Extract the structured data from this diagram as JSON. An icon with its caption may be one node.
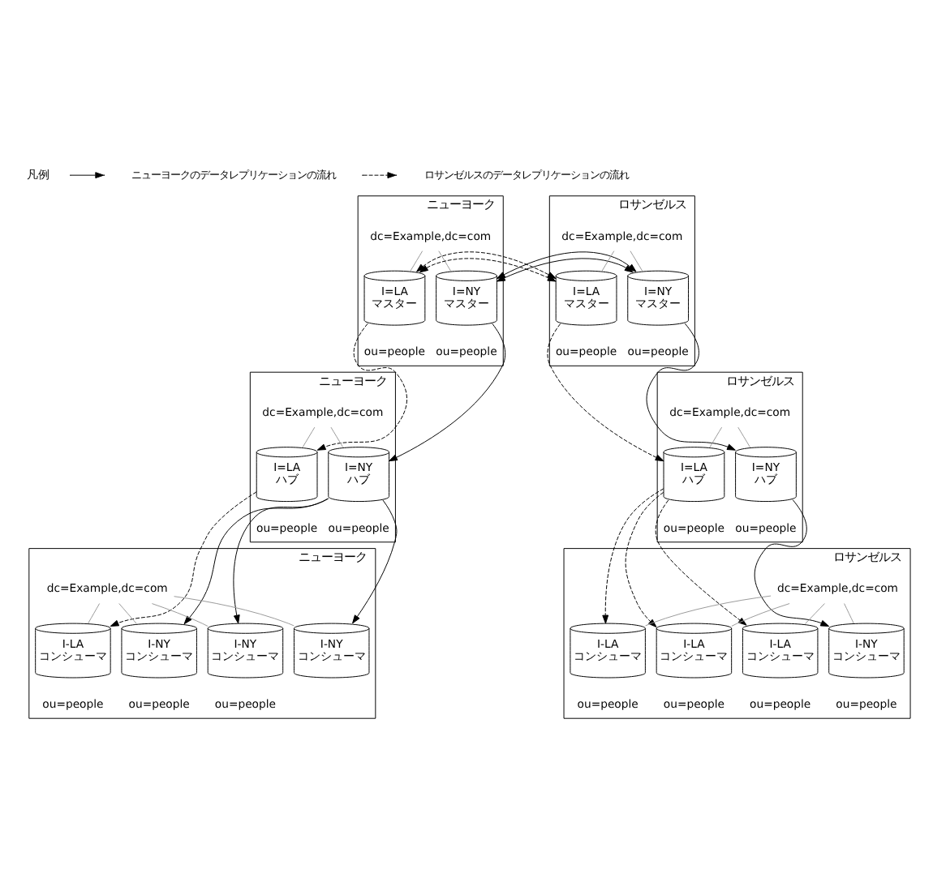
{
  "diagram": {
    "nodes": [
      {
        "text": [
          "ニューヨーク"
        ]
      },
      {
        "text": [
          "dc=Example,dc=com"
        ],
        "in": 0
      },
      {
        "text": [
          "I=NY マスター"
        ],
        "in": 0,
        "beside": [
          "ou=people"
        ]
      },
      {
        "text": [
          "I=LA マスター"
        ],
        "in": 0,
        "beside": [
          "ou=people"
        ]
      },
      {
        "text": [
          "ロサンゼルス"
        ]
      },
      {
        "text": [
          "dc=Example,dc=com"
        ],
        "in": 4
      },
      {
        "text": [
          "I=NY マスター"
        ],
        "in": 4,
        "beside": [
          "ou=people"
        ]
      },
      {
        "text": [
          "I=LA マスター"
        ],
        "in": 4,
        "beside": [
          "ou=people"
        ]
      },
      {
        "text": [
          "ニューヨーク"
        ]
      },
      {
        "text": [
          "dc=Example,dc=com"
        ],
        "in": 8
      },
      {
        "text": [
          "I=NY ハブ"
        ],
        "in": 8,
        "beside": [
          "ou=people"
        ]
      },
      {
        "text": [
          "I=LA ハブ"
        ],
        "in": 8,
        "beside": [
          "ou=people"
        ]
      },
      {
        "text": [
          "ロサンゼルス"
        ]
      },
      {
        "text": [
          "dc=Example,dc=com"
        ],
        "in": 12
      },
      {
        "text": [
          "I=NY ハブ"
        ],
        "in": 12,
        "beside": [
          "ou=people"
        ]
      },
      {
        "text": [
          "I=LA ハブ"
        ],
        "in": 12,
        "beside": [
          "ou=people"
        ]
      },
      {
        "text": [
          "ニューヨーク"
        ]
      },
      {
        "text": [
          "dc=Example,dc=com"
        ],
        "in": 16
      },
      {
        "text": [
          "I-NY コンシューマ"
        ],
        "in": 16
      },
      {
        "text": [
          "I-NY コンシューマ"
        ],
        "in": 16,
        "beside": [
          "ou=people"
        ]
      },
      {
        "text": [
          "I-NY コンシューマ"
        ],
        "in": 16,
        "beside": [
          "ou=people"
        ]
      },
      {
        "text": [
          "I-LA コンシューマ"
        ],
        "in": 16,
        "beside": [
          "ou=people"
        ]
      },
      {
        "text": [
          "ロサンゼルス"
        ]
      },
      {
        "text": [
          "dc=Example,dc=com"
        ],
        "in": 22
      },
      {
        "text": [
          "I-NY コンシューマ"
        ],
        "in": 22,
        "beside": [
          "ou=people"
        ]
      },
      {
        "text": [
          "I-LA コンシューマ"
        ],
        "in": 22,
        "beside": [
          "ou=people"
        ]
      },
      {
        "text": [
          "I-LA コンシューマ"
        ],
        "in": 22,
        "beside": [
          "ou=people"
        ]
      },
      {
        "text": [
          "I-LA コンシューマ"
        ],
        "in": 22,
        "beside": [
          "ou=people"
        ]
      }
    ],
    "edges": [
      {
        "from": 1,
        "to": 2,
        "arrow": "none",
        "color": "#999999"
      },
      {
        "from": 1,
        "to": 3,
        "arrow": "none",
        "color": "#999999"
      },
      {
        "from": 5,
        "to": 6,
        "arrow": "none",
        "color": "#999999"
      },
      {
        "from": 5,
        "to": 7,
        "arrow": "none",
        "color": "#999999"
      },
      {
        "from": 9,
        "to": 10,
        "arrow": "none",
        "color": "#999999"
      },
      {
        "from": 9,
        "to": 11,
        "arrow": "none",
        "color": "#999999"
      },
      {
        "from": 13,
        "to": 14,
        "arrow": "none",
        "color": "#999999"
      },
      {
        "from": 13,
        "to": 15,
        "arrow": "none",
        "color": "#999999"
      },
      {
        "from": 17,
        "to": 18,
        "arrow": "none",
        "color": "#999999"
      },
      {
        "from": 17,
        "to": 19,
        "arrow": "none",
        "color": "#999999"
      },
      {
        "from": 17,
        "to": 20,
        "arrow": "none",
        "color": "#999999"
      },
      {
        "from": 17,
        "to": 21,
        "arrow": "none",
        "color": "#999999"
      },
      {
        "from": 23,
        "to": 24,
        "arrow": "none",
        "color": "#999999"
      },
      {
        "from": 23,
        "to": 25,
        "arrow": "none",
        "color": "#999999"
      },
      {
        "from": 23,
        "to": 26,
        "arrow": "none",
        "color": "#999999"
      },
      {
        "from": 23,
        "to": 27,
        "arrow": "none",
        "color": "#999999"
      },
      {
        "from": 2,
        "to": 6,
        "arrow": "both",
        "color": "#000000"
      },
      {
        "from": 3,
        "to": 7,
        "arrow": "both",
        "style": "dashed",
        "color": "#000000"
      },
      {
        "from": 2,
        "to": 10,
        "arrow": "to",
        "color": "#000000"
      },
      {
        "from": 3,
        "to": 11,
        "arrow": "to",
        "style": "dashed",
        "color": "#000000"
      },
      {
        "from": 6,
        "to": 14,
        "arrow": "to",
        "color": "#000000"
      },
      {
        "from": 7,
        "to": 15,
        "arrow": "to",
        "style": "dashed",
        "color": "#000000"
      },
      {
        "from": 10,
        "to": 18,
        "arrow": "to",
        "color": "#000000"
      },
      {
        "from": 10,
        "to": 19,
        "arrow": "to",
        "color": "#000000"
      },
      {
        "from": 10,
        "to": 20,
        "arrow": "to",
        "color": "#000000"
      },
      {
        "from": 11,
        "to": 21,
        "arrow": "to",
        "style": "dashed",
        "color": "#000000"
      },
      {
        "from": 14,
        "to": 24,
        "arrow": "to",
        "color": "#000000"
      },
      {
        "from": 15,
        "to": 25,
        "arrow": "to",
        "style": "dashed",
        "color": "#000000"
      },
      {
        "from": 15,
        "to": 26,
        "arrow": "to",
        "style": "dashed",
        "color": "#000000"
      },
      {
        "from": 15,
        "to": 27,
        "arrow": "to",
        "style": "dashed",
        "color": "#000000"
      }
    ],
    "labels": [
      "凡例"
    ],
    "legend": [
      {
        "text": "ニューヨークのデータレプリケーションの流れ"
      },
      {
        "text": "ロサンゼルスのデータレプリケーションの流れ"
      }
    ]
  }
}
